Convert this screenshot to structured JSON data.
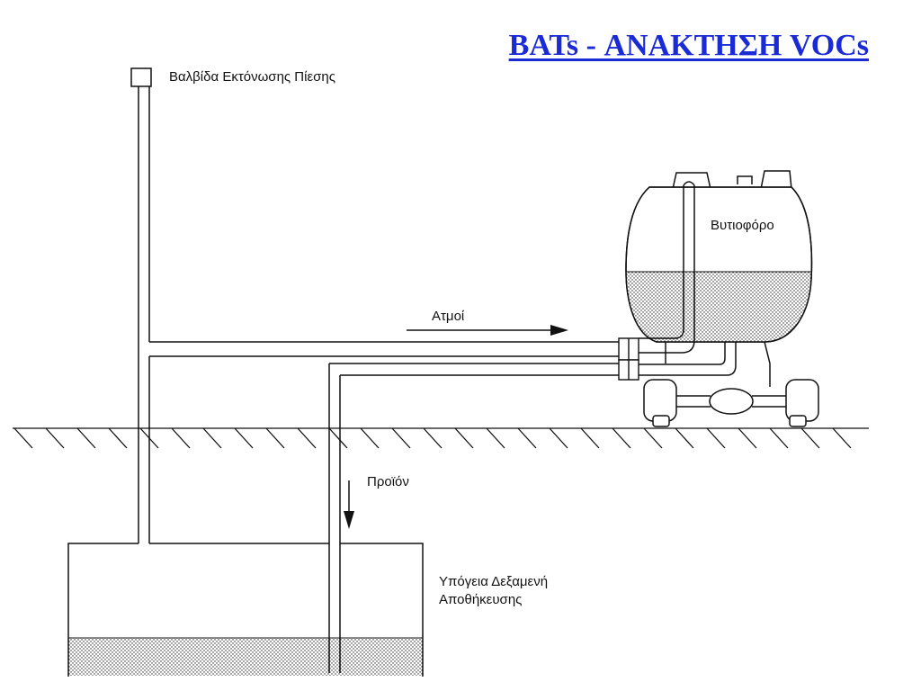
{
  "title": "BATs - ΑΝΑΚΤΗΣΗ VOCs",
  "labels": {
    "relief_valve": "Βαλβίδα Εκτόνωσης Πίεσης",
    "tanker": "Βυτιοφόρο",
    "vapors": "Ατμοί",
    "product": "Προϊόν",
    "tank_line1": "Υπόγεια Δεξαμενή",
    "tank_line2": "Αποθήκευσης"
  },
  "colors": {
    "title": "#1a2bd6",
    "line": "#111111",
    "background": "#ffffff"
  }
}
